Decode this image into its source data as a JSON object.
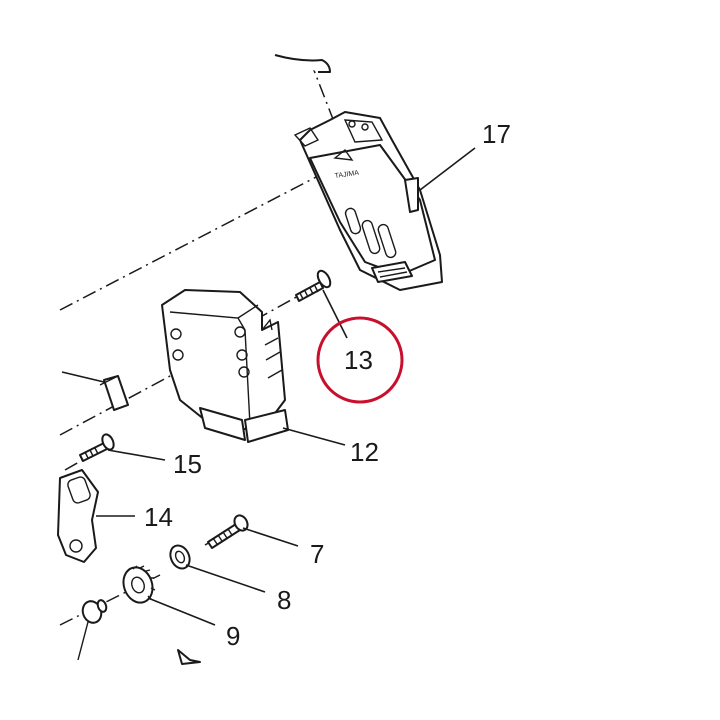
{
  "diagram": {
    "highlight_color": "#c8102e",
    "line_color": "#1a1a1a",
    "callouts": [
      {
        "id": "17",
        "label": "17"
      },
      {
        "id": "13",
        "label": "13",
        "highlighted": true
      },
      {
        "id": "12",
        "label": "12"
      },
      {
        "id": "15",
        "label": "15"
      },
      {
        "id": "14",
        "label": "14"
      },
      {
        "id": "7",
        "label": "7"
      },
      {
        "id": "8",
        "label": "8"
      },
      {
        "id": "9",
        "label": "9"
      }
    ],
    "parts": [
      {
        "name": "cover-plate-17"
      },
      {
        "name": "screw-13"
      },
      {
        "name": "housing-12"
      },
      {
        "name": "screw-15"
      },
      {
        "name": "lever-14"
      },
      {
        "name": "screw-7"
      },
      {
        "name": "washer-8"
      },
      {
        "name": "gear-9"
      },
      {
        "name": "clip"
      },
      {
        "name": "shaft-bushing"
      }
    ],
    "brand_mark": "TAJIMA"
  }
}
